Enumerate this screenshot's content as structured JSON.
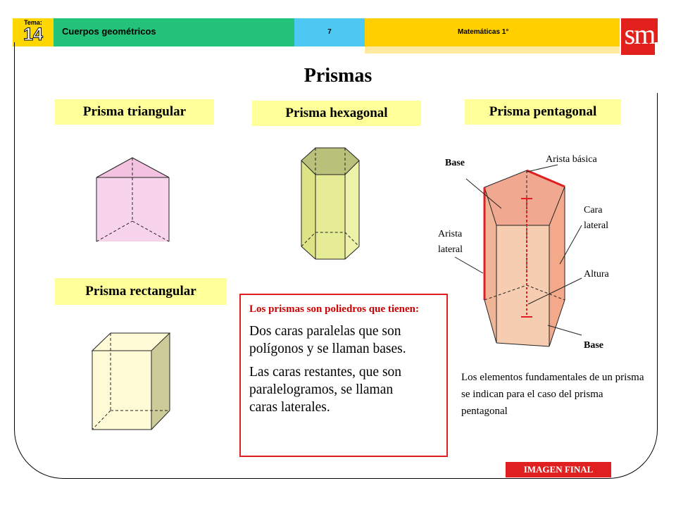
{
  "header": {
    "tema_label": "Tema:",
    "tema_number": "14",
    "unit_title": "Cuerpos geométricos",
    "page_number": "7",
    "subject": "Matemáticas 1°",
    "logo": "sm"
  },
  "colors": {
    "tema_bg": "#ffd700",
    "unit_bg": "#22c27a",
    "page_bg": "#4dc8f2",
    "subject_bg": "#ffcf00",
    "logo_bg": "#e2201c",
    "label_bg": "#ffff99",
    "accent_red": "#e02020"
  },
  "title": "Prismas",
  "figures": {
    "triangular": {
      "label": "Prisma triangular"
    },
    "hexagonal": {
      "label": "Prisma hexagonal"
    },
    "pentagonal": {
      "label": "Prisma pentagonal",
      "annotations": {
        "base_top": "Base",
        "arista_basica": "Arista básica",
        "cara_lateral": [
          "Cara",
          "lateral"
        ],
        "arista_lateral": [
          "Arista",
          "lateral"
        ],
        "altura": "Altura",
        "base_bottom": "Base"
      }
    },
    "rectangular": {
      "label": "Prisma rectangular"
    }
  },
  "info": {
    "intro": "Los prismas son poliedros que tienen:",
    "point1": "Dos caras paralelas que son polígonos y se llaman bases.",
    "point2": "Las caras restantes, que son paralelogramos, se llaman caras laterales."
  },
  "caption": "Los elementos fundamentales de un prisma se indican para el caso del prisma pentagonal",
  "footer_badge": "IMAGEN FINAL"
}
